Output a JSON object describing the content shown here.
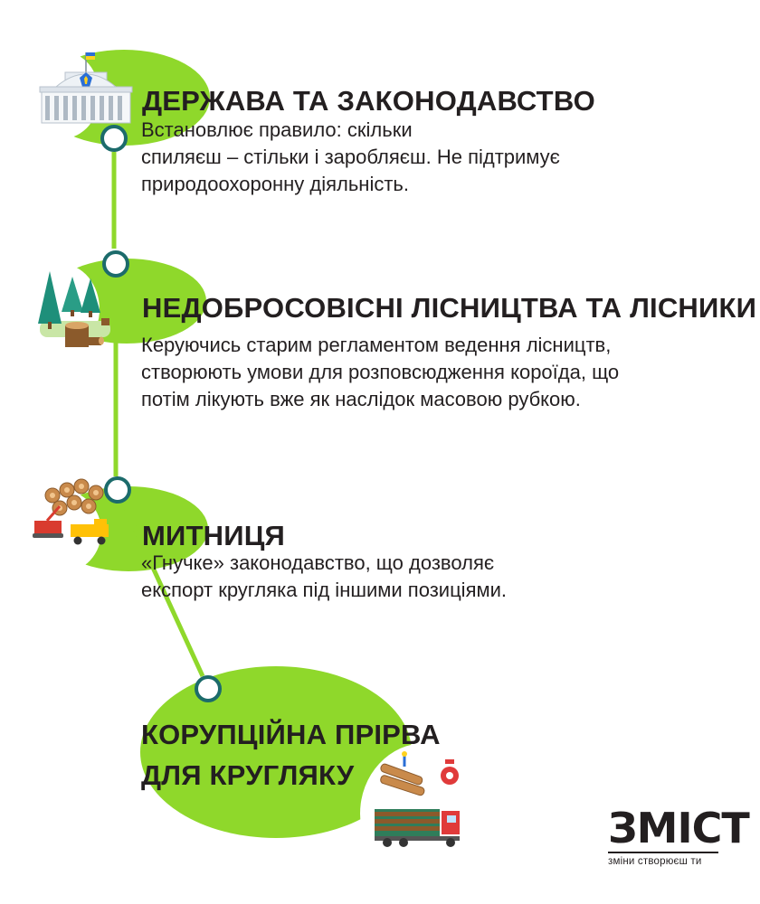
{
  "sections": [
    {
      "title": "ДЕРЖАВА ТА ЗАКОНОДАВСТВО",
      "desc_lines": [
        "Встановлює правило: скільки",
        "спиляєш – стільки і заробляєш. Не підтримує",
        "природоохоронну діяльність."
      ]
    },
    {
      "title": "НЕДОБРОСОВІСНІ ЛІСНИЦТВА ТА ЛІСНИКИ",
      "desc_lines": [
        "Керуючись старим регламентом ведення лісництв,",
        "створюють умови для розповсюдження короїда, що",
        "потім лікують вже як наслідок масовою рубкою."
      ]
    },
    {
      "title": "МИТНИЦЯ",
      "desc_lines": [
        "«Гнучке» законодавство, що дозволяє",
        "експорт кругляка під іншими позиціями."
      ]
    },
    {
      "title_lines": [
        "КОРУПЦІЙНА ПРІРВА",
        "ДЛЯ КРУГЛЯКУ"
      ]
    }
  ],
  "logo": {
    "word": "ЗМIСТ",
    "tagline": "зміни створюєш ти"
  },
  "colors": {
    "accent": "#8fd82b",
    "timeline_node": "#1c6b6b",
    "text": "#231f20"
  },
  "icons": [
    "parliament-icon",
    "forest-icon",
    "logging-machinery-icon",
    "timber-truck-icon"
  ]
}
